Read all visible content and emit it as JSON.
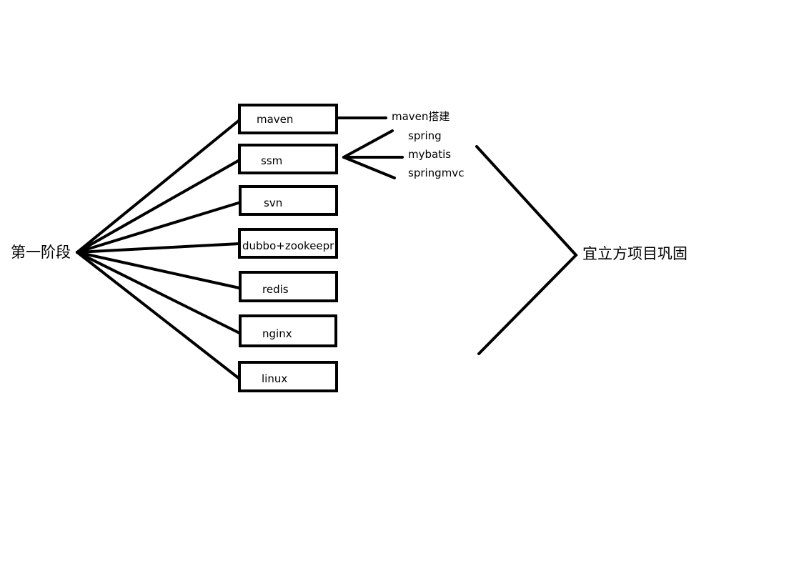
{
  "root": {
    "label": "第一阶段"
  },
  "modules": [
    {
      "id": "maven",
      "label": "maven"
    },
    {
      "id": "ssm",
      "label": "ssm"
    },
    {
      "id": "svn",
      "label": "svn"
    },
    {
      "id": "dubbo",
      "label": "dubbo+zookeepr"
    },
    {
      "id": "redis",
      "label": "redis"
    },
    {
      "id": "nginx",
      "label": "nginx"
    },
    {
      "id": "linux",
      "label": "linux"
    }
  ],
  "maven_children": [
    "maven搭建"
  ],
  "ssm_children": [
    "spring",
    "mybatis",
    "springmvc"
  ],
  "target": {
    "label": "宜立方项目巩固"
  },
  "colors": {
    "stroke": "#000000",
    "background": "#ffffff"
  }
}
